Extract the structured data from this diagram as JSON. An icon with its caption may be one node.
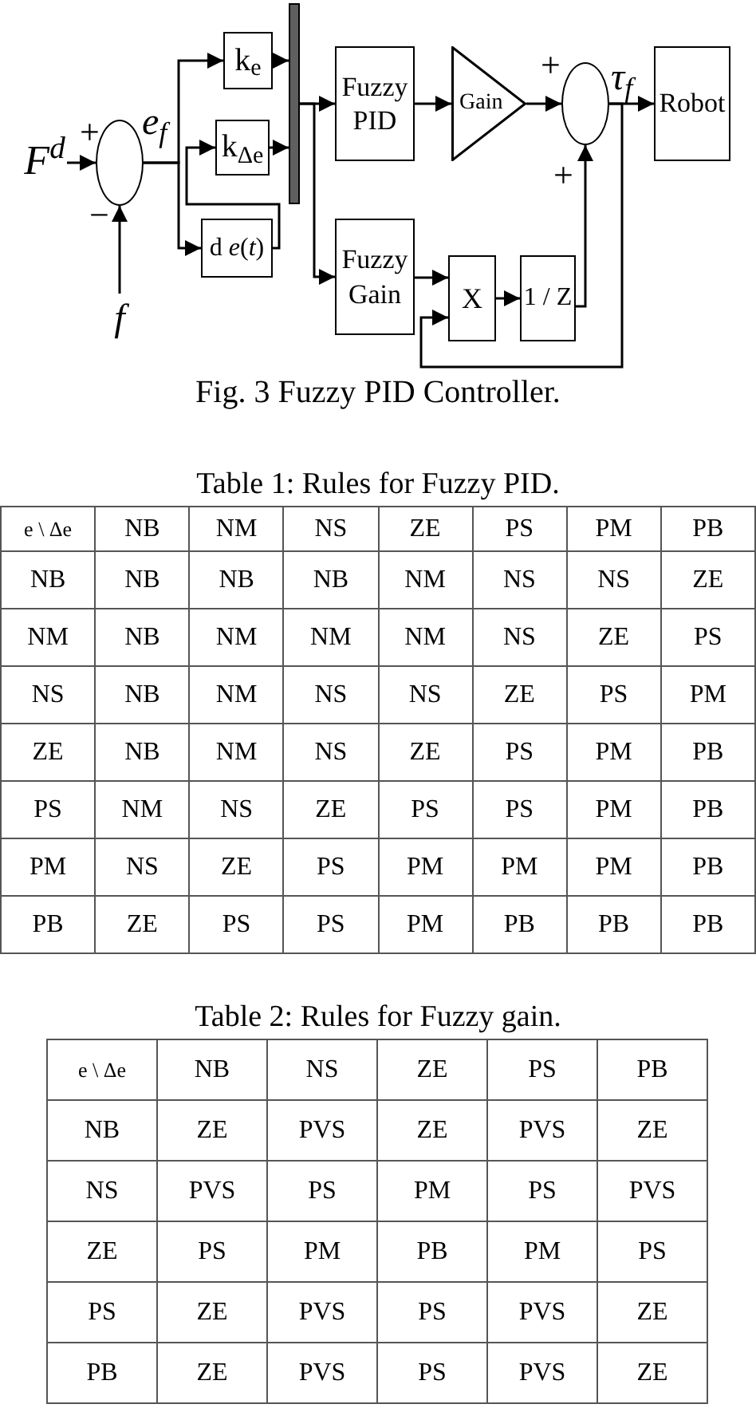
{
  "diagram": {
    "caption": "Fig. 3 Fuzzy PID Controller.",
    "nodes": [
      {
        "text": [
          "F$^{d}$"
        ]
      },
      {
        "text": [],
        "shape": "circle",
        "beside": [
          "+",
          "−"
        ]
      },
      {
        "text": [
          "f"
        ]
      },
      {
        "text": [
          "k$_{e}$"
        ]
      },
      {
        "text": [
          "k$_{Δe}$"
        ]
      },
      {
        "text": [
          "d *e*(*t*)"
        ]
      },
      {
        "text": [],
        "shape": "bar"
      },
      {
        "text": [
          "Fuzzy PID"
        ]
      },
      {
        "text": [
          "Gain"
        ]
      },
      {
        "text": [],
        "shape": "circle",
        "beside": [
          "+",
          "+"
        ]
      },
      {
        "text": [
          "Robot"
        ]
      },
      {
        "text": [
          "Fuzzy Gain"
        ]
      },
      {
        "text": [
          "X"
        ]
      },
      {
        "text": [
          "1 / Z"
        ]
      }
    ],
    "edges": [
      {
        "from": 0,
        "to": 1,
        "arrow": "to"
      },
      {
        "from": 2,
        "to": 1,
        "arrow": "to"
      },
      {
        "from": 1,
        "to": 3,
        "arrow": "to",
        "label": "e$_{f}$"
      },
      {
        "from": 1,
        "to": 5,
        "arrow": "to"
      },
      {
        "from": 5,
        "to": 4,
        "arrow": "to"
      },
      {
        "from": 3,
        "to": 6,
        "arrow": "to"
      },
      {
        "from": 4,
        "to": 6,
        "arrow": "to"
      },
      {
        "from": 6,
        "to": 7,
        "arrow": "to"
      },
      {
        "from": 6,
        "to": 11,
        "arrow": "to"
      },
      {
        "from": 7,
        "to": 8,
        "arrow": "to"
      },
      {
        "from": 8,
        "to": 9,
        "arrow": "to"
      },
      {
        "from": 11,
        "to": 12,
        "arrow": "to"
      },
      {
        "from": 12,
        "to": 13,
        "arrow": "to"
      },
      {
        "from": 13,
        "to": 9,
        "arrow": "to"
      },
      {
        "from": 9,
        "to": 10,
        "arrow": "to",
        "label": "τ$_{f}$"
      },
      {
        "from": 9,
        "to": 12,
        "arrow": "to"
      }
    ],
    "labels": [
      "Table 1: Rules for Fuzzy PID.",
      "e \\ Δe",
      "NB",
      "NM",
      "NS",
      "ZE",
      "PS",
      "PM",
      "PB",
      "NB",
      "NB",
      "NB",
      "NB",
      "NM",
      "NS",
      "NS",
      "ZE",
      "NM",
      "NB",
      "NM",
      "NM",
      "NM",
      "NS",
      "ZE",
      "PS",
      "NS",
      "NB",
      "NM",
      "NS",
      "NS",
      "ZE",
      "PS",
      "PM",
      "ZE",
      "NB",
      "NM",
      "NS",
      "ZE",
      "PS",
      "PM",
      "PB",
      "PS",
      "NM",
      "NS",
      "ZE",
      "PS",
      "PS",
      "PM",
      "PB",
      "PM",
      "NS",
      "ZE",
      "PS",
      "PM",
      "PM",
      "PM",
      "PB",
      "PB",
      "ZE",
      "PS",
      "PS",
      "PM",
      "PB",
      "PB",
      "PB",
      "Table 2: Rules for Fuzzy gain.",
      "e \\ Δe",
      "NB",
      "NS",
      "ZE",
      "PS",
      "PB",
      "NB",
      "ZE",
      "PVS",
      "ZE",
      "PVS",
      "ZE",
      "NS",
      "PVS",
      "PS",
      "PM",
      "PS",
      "PVS",
      "ZE",
      "PS",
      "PM",
      "PB",
      "PM",
      "PS",
      "PS",
      "ZE",
      "PVS",
      "PS",
      "PVS",
      "ZE",
      "PB",
      "ZE",
      "PVS",
      "PS",
      "PVS",
      "ZE"
    ]
  }
}
